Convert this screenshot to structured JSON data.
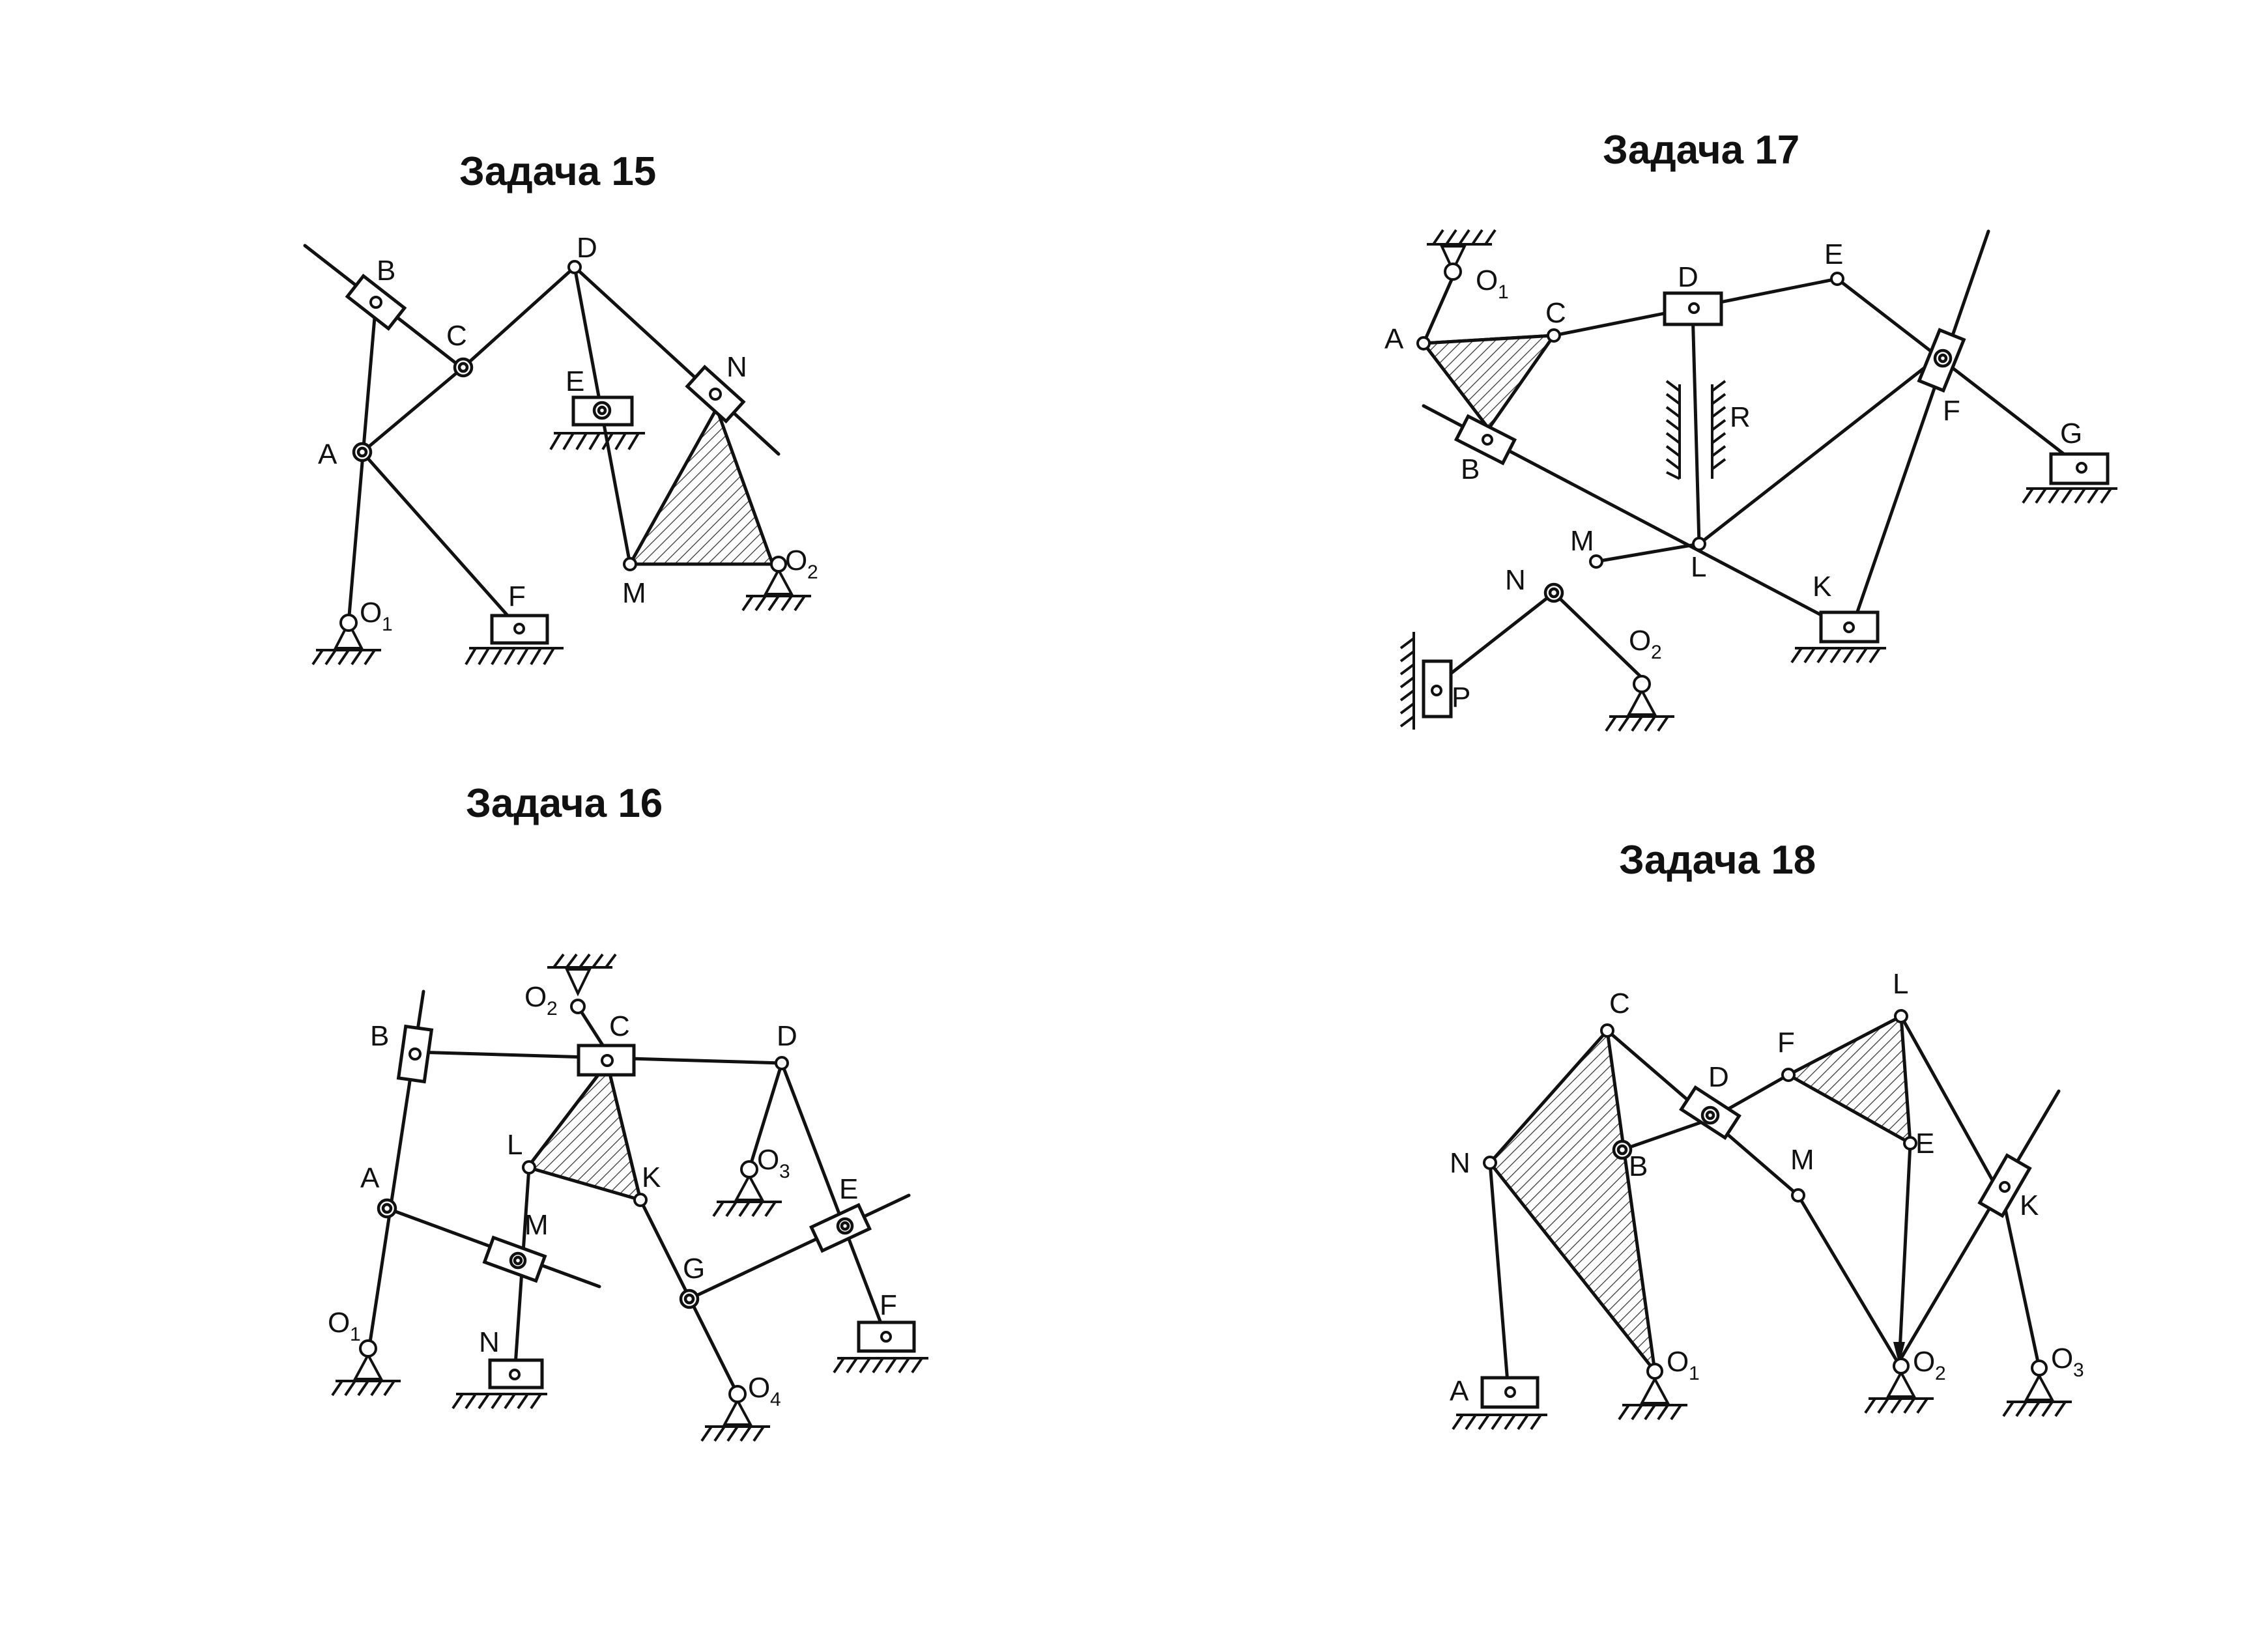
{
  "titles": {
    "task15": "Задача 15",
    "task16": "Задача 16",
    "task17": "Задача 17",
    "task18": "Задача 18"
  },
  "labels": {
    "t15": {
      "B": "B",
      "C": "C",
      "D": "D",
      "E": "E",
      "N": "N",
      "A": "A",
      "F": "F",
      "M": "M",
      "O1": "O",
      "O1s": "1",
      "O2": "O",
      "O2s": "2"
    },
    "t16": {
      "B": "B",
      "C": "C",
      "D": "D",
      "O2": "O",
      "O2s": "2",
      "L": "L",
      "K": "K",
      "A": "A",
      "M": "M",
      "O3": "O",
      "O3s": "3",
      "E": "E",
      "G": "G",
      "F": "F",
      "O1": "O",
      "O1s": "1",
      "N": "N",
      "O4": "O",
      "O4s": "4"
    },
    "t17": {
      "O1": "O",
      "O1s": "1",
      "A": "A",
      "C": "C",
      "D": "D",
      "E": "E",
      "R": "R",
      "B": "B",
      "F": "F",
      "G": "G",
      "M": "M",
      "N": "N",
      "L": "L",
      "K": "K",
      "O2": "O",
      "O2s": "2",
      "P": "P"
    },
    "t18": {
      "C": "C",
      "L": "L",
      "F": "F",
      "D": "D",
      "N": "N",
      "B": "B",
      "M": "M",
      "E": "E",
      "K": "K",
      "A": "A",
      "O1": "O",
      "O1s": "1",
      "O2": "O",
      "O2s": "2",
      "O3": "O",
      "O3s": "3"
    }
  }
}
